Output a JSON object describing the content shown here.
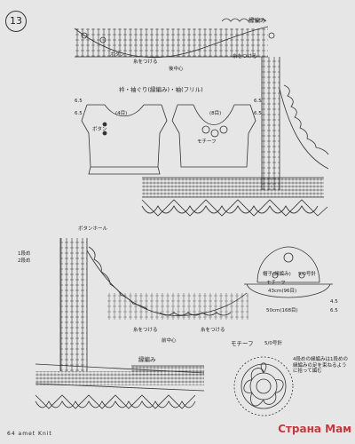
{
  "page_number": "13",
  "brand": "64 amet Knit",
  "watermark": "Страна Мам",
  "top_diagram": {
    "label_tome": "縁編み",
    "label_button": "ボタン",
    "label_start_left": "糸をつける",
    "label_center": "後中心",
    "label_start_mid": "糸をつける"
  },
  "middle_schematic": {
    "title": "衿・袖ぐり(縁編み)・袖(フリル)",
    "label_button": "ボタン",
    "label_motif": "モチーフ",
    "dim_left_top": "6.5",
    "dim_left_mid": "6.5",
    "dim_center_left": "(4目)",
    "dim_center_right": "(8目)",
    "dim_right_top": "6.5",
    "dim_right_mid": "6.5"
  },
  "bottom_diagram": {
    "label_buttonhole": "ボタンホール",
    "label_note_1": "1段め",
    "label_note_2": "2段め",
    "label_start": "糸をつける",
    "label_center": "前中心",
    "label_start_2": "糸をつける"
  },
  "trim_label": "縁編み",
  "hat": {
    "title": "帽子(縁編み)",
    "note": "5/0号針",
    "label_motif": "モチーフ",
    "dim_a": "43cm(96目)",
    "dim_b": "50cm(168目)",
    "dim_side_1": "4.5",
    "dim_side_2": "6.5"
  },
  "motif": {
    "title": "モチーフ",
    "note": "5/0号針",
    "desc": "4段めの縁編みは1段めの縁編みの足を束ねるように拾って編む"
  }
}
